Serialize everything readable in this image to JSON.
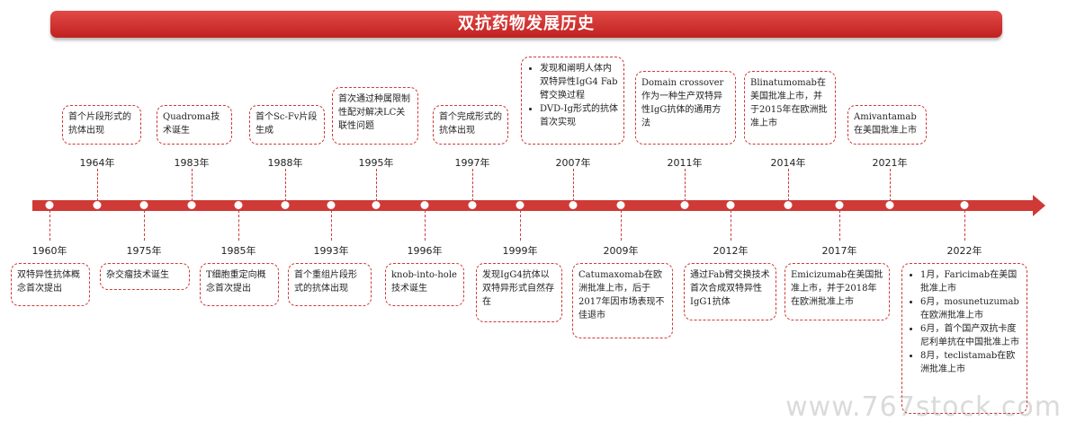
{
  "title": "双抗药物发展历史",
  "watermark": "www.767stock.com",
  "events": [
    {
      "year": "1960年",
      "text": "双特异性抗体概念首次提出"
    },
    {
      "year": "1964年",
      "text": "首个片段形式的抗体出现"
    },
    {
      "year": "1975年",
      "text": "杂交瘤技术诞生"
    },
    {
      "year": "1983年",
      "text": "Quadroma技术诞生"
    },
    {
      "year": "1985年",
      "text": "T细胞重定向概念首次提出"
    },
    {
      "year": "1988年",
      "text": "首个Sc-Fv片段生成"
    },
    {
      "year": "1993年",
      "text": "首个重组片段形式的抗体出现"
    },
    {
      "year": "1995年",
      "text": "首次通过种属限制性配对解决LC关联性问题"
    },
    {
      "year": "1996年",
      "text": "knob-into-hole技术诞生"
    },
    {
      "year": "1997年",
      "text": "首个完成形式的抗体出现"
    },
    {
      "year": "1999年",
      "text": "发现IgG4抗体以双特异形式自然存在"
    },
    {
      "year": "2007年",
      "items": [
        "发现和阐明人体内双特异性IgG4 Fab臂交换过程",
        "DVD-Ig形式的抗体首次实现"
      ]
    },
    {
      "year": "2009年",
      "text": "Catumaxomab在欧洲批准上市，后于2017年因市场表现不佳退市"
    },
    {
      "year": "2011年",
      "text": "Domain crossover作为一种生产双特异性IgG抗体的通用方法"
    },
    {
      "year": "2012年",
      "text": "通过Fab臂交换技术首次合成双特异性IgG1抗体"
    },
    {
      "year": "2014年",
      "text": "Blinatumomab在美国批准上市，并于2015年在欧洲批准上市"
    },
    {
      "year": "2017年",
      "text": "Emicizumab在美国批准上市，并于2018年在欧洲批准上市"
    },
    {
      "year": "2021年",
      "text": "Amivantamab在美国批准上市"
    },
    {
      "year": "2022年",
      "items": [
        "1月，Faricimab在美国批准上市",
        "6月，mosunetuzumab在欧洲批准上市",
        "6月，首个国产双抗卡度尼利单抗在中国批准上市",
        "8月，teclistamab在欧洲批准上市"
      ]
    }
  ]
}
